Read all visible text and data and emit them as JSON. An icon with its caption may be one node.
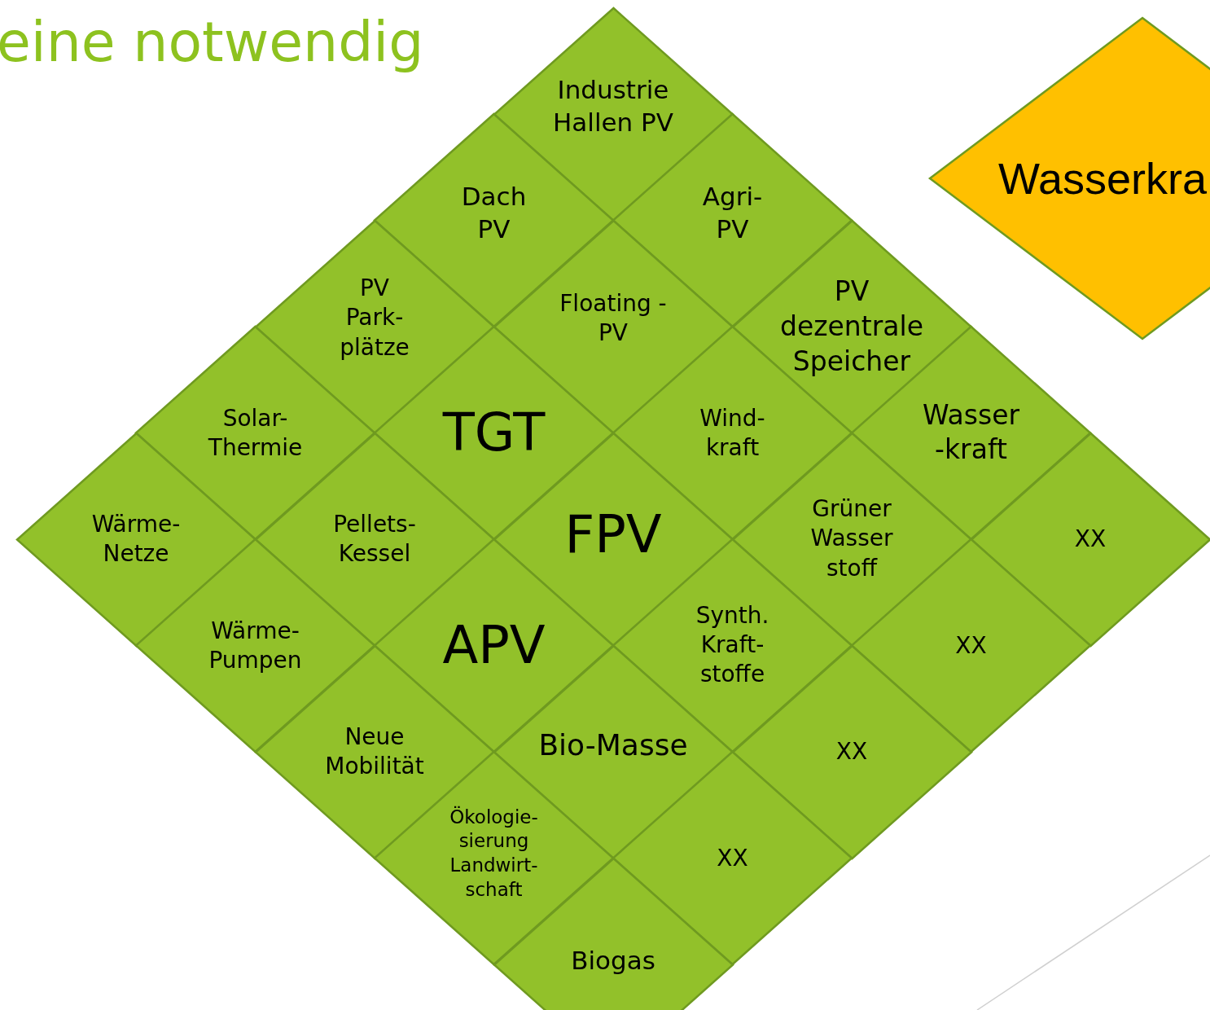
{
  "diagram": {
    "title": "eine notwendig",
    "nodes": [
      {
        "text": [
          "Industrie Hallen PV"
        ]
      },
      {
        "text": [
          "Dach PV"
        ]
      },
      {
        "text": [
          "Agri- PV"
        ]
      },
      {
        "text": [
          "PV Park- plätze"
        ]
      },
      {
        "text": [
          "Floating -PV"
        ]
      },
      {
        "text": [
          "PV dezentrale Speicher"
        ]
      },
      {
        "text": [
          "Solar- Thermie"
        ]
      },
      {
        "text": [
          "TGT"
        ]
      },
      {
        "text": [
          "Wind- kraft"
        ]
      },
      {
        "text": [
          "Wasser -kraft"
        ]
      },
      {
        "text": [
          "Wärme- Netze"
        ]
      },
      {
        "text": [
          "Pellets- Kessel"
        ]
      },
      {
        "text": [
          "FPV"
        ]
      },
      {
        "text": [
          "Grüner Wasser stoff"
        ]
      },
      {
        "text": [
          "XX"
        ]
      },
      {
        "text": [
          "Wärme- Pumpen"
        ]
      },
      {
        "text": [
          "APV"
        ]
      },
      {
        "text": [
          "Synth. Kraft- stoffe"
        ]
      },
      {
        "text": [
          "XX"
        ]
      },
      {
        "text": [
          "Neue Mobilität"
        ]
      },
      {
        "text": [
          "Bio-Masse"
        ]
      },
      {
        "text": [
          "XX"
        ]
      },
      {
        "text": [
          "Ökologie- sierung Landwirt- schaft"
        ]
      },
      {
        "text": [
          "XX"
        ]
      },
      {
        "text": [
          "Biogas"
        ]
      },
      {
        "text": [
          "Wasserkra"
        ]
      }
    ]
  }
}
